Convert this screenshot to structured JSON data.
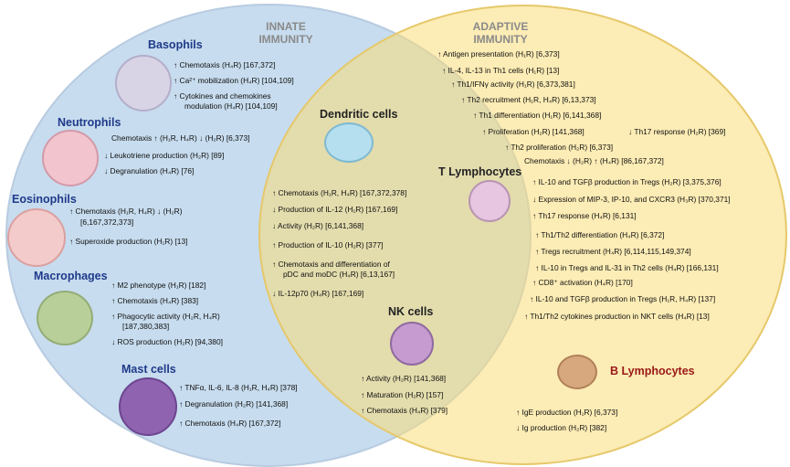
{
  "headings": {
    "innate": "INNATE\nIMMUNITY",
    "adaptive": "ADAPTIVE\nIMMUNITY"
  },
  "innate": {
    "basophils": {
      "title": "Basophils",
      "items": [
        "↑ Chemotaxis (H₄R) [167,372]",
        "↑ Ca²⁺ mobilization (H₄R) [104,109]",
        "↑ Cytokines and chemokines",
        "modulation (H₄R) [104,109]"
      ]
    },
    "neutrophils": {
      "title": "Neutrophils",
      "items": [
        "Chemotaxis ↑ (H₁R, H₄R) ↓ (H₂R) [6,373]",
        "↓ Leukotriene production (H₂R) [89]",
        "↓ Degranulation (H₄R) [76]"
      ]
    },
    "eosinophils": {
      "title": "Eosinophils",
      "items": [
        "↑ Chemotaxis (H₁R, H₄R) ↓ (H₂R)",
        "[6,167,372,373]",
        "↑ Superoxide production (H₁R) [13]"
      ]
    },
    "macrophages": {
      "title": "Macrophages",
      "items": [
        "↑ M2 phenotype (H₁R) [182]",
        "↑ Chemotaxis (H₄R) [383]",
        "↑ Phagocytic activity (H₂R, H₄R)",
        "[187,380,383]",
        "↓ ROS production (H₂R) [94,380]"
      ]
    },
    "mast_cells": {
      "title": "Mast cells",
      "items": [
        "↑ TNFα, IL-6, IL-8 (H₁R, H₄R) [378]",
        "↑ Degranulation (H₂R) [141,368]",
        "↑ Chemotaxis (H₄R) [167,372]"
      ]
    }
  },
  "shared": {
    "dendritic": {
      "title": "Dendritic cells",
      "items": [
        "↑ Chemotaxis (H₁R, H₄R) [167,372,378]",
        "↓ Production of IL-12 (H₁R) [167,169]",
        "↓ Activity (H₂R) [6,141,368]",
        "↑ Production of IL-10 (H₂R) [377]",
        "↑ Chemotaxis and differentiation of",
        "pDC and moDC (H₄R) [6,13,167]",
        "↓ IL-12p70 (H₄R) [167,169]"
      ]
    },
    "nk": {
      "title": "NK cells",
      "items": [
        "↑ Activity (H₂R) [141,368]",
        "↑ Maturation (H₂R) [157]",
        "↑ Chemotaxis (H₄R) [379]"
      ]
    }
  },
  "adaptive": {
    "top_items": [
      "↑ Antigen presentation (H₁R) [6,373]",
      "↑ IL-4, IL-13 in Th1 cells (H₁R) [13]",
      "↑ Th1/IFNγ activity (H₁R) [6,373,381]",
      "↑ Th2 recruitment (H₁R, H₄R) [6,13,373]",
      "↑ Th1 differentiation (H₁R) [6,141,368]",
      "↑ Proliferation (H₂R) [141,368]",
      "↓ Th17 response (H₂R) [369]",
      "↑ Th2 proliferation (H₂R) [6,373]",
      "Chemotaxis ↓ (H₂R) ↑ (H₄R) [86,167,372]"
    ],
    "t_lymphocytes": {
      "title": "T Lymphocytes",
      "items": [
        "↑ IL-10 and TGFβ production in Tregs (H₂R) [3,375,376]",
        "↓ Expression of MIP-3, IP-10, and CXCR3 (H₃R) [370,371]",
        "↑ Th17 response (H₄R) [6,131]",
        "↑ Th1/Th2 differentiation (H₄R) [6,372]",
        "↑ Tregs recruitment (H₄R) [6,114,115,149,374]",
        "↑ IL-10 in Tregs and IL-31 in Th2 cells (H₄R) [166,131]",
        "↑ CD8⁺ activation (H₄R) [170]",
        "↑ IL-10 and TGFβ production in Tregs (H₁R, H₄R) [137]",
        "↑ Th1/Th2 cytokines production in NKT cells (H₄R) [13]"
      ]
    },
    "b_lymphocytes": {
      "title": "B Lymphocytes",
      "items": [
        "↑ IgE production (H₁R) [6,373]",
        "↓ Ig production (H₂R) [382]"
      ]
    }
  },
  "colors": {
    "innate_bg": "#c7dcee",
    "adaptive_bg": "#f8dc86",
    "overlap_bg": "#cfd7b4",
    "title_blue": "#1f3a8a",
    "b_title_red": "#9a1818"
  },
  "icons": [
    "basophil-cell",
    "neutrophil-cell",
    "eosinophil-cell",
    "macrophage-cell",
    "mast-cell",
    "dendritic-cell",
    "t-lymphocyte-cell",
    "nk-cell",
    "b-lymphocyte-cell"
  ]
}
